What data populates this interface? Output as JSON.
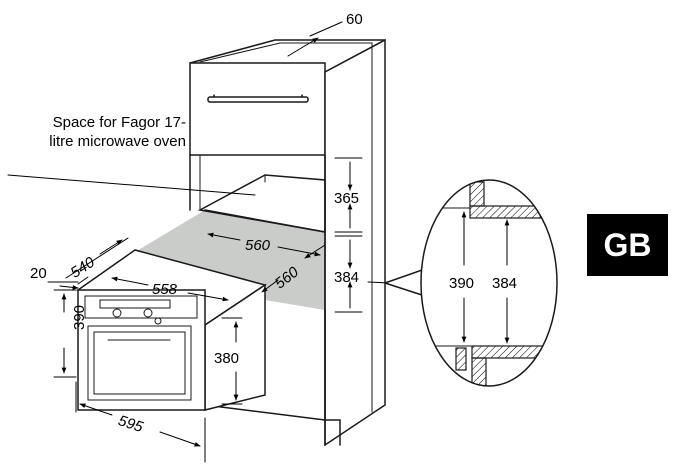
{
  "note": {
    "line1": "Space for Fagor 17-",
    "line2": "litre microwave oven"
  },
  "badge": "GB",
  "dimensions": {
    "top_depth": "60",
    "upper_space": "365",
    "niche_height": "384",
    "niche_width": "560",
    "niche_depth": "560",
    "oven_depth": "540",
    "oven_lip": "20",
    "oven_width": "558",
    "oven_front_height": "390",
    "oven_body_height": "380",
    "oven_front_width": "595",
    "detail_outer": "390",
    "detail_inner": "384"
  },
  "colors": {
    "line": "#1a1a1a",
    "shade": "#c9ccc9",
    "badge_bg": "#000000",
    "badge_text": "#ffffff"
  }
}
